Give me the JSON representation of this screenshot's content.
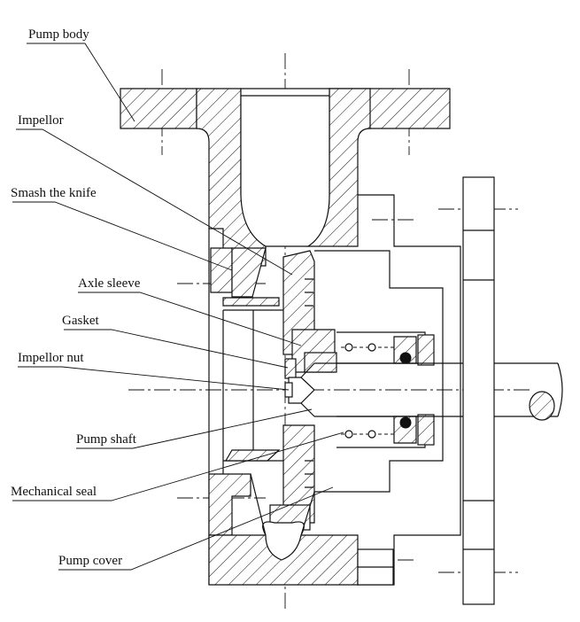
{
  "labels": {
    "pump_body": "Pump body",
    "impellor": "Impellor",
    "smash_knife": "Smash the knife",
    "axle_sleeve": "Axle sleeve",
    "gasket": "Gasket",
    "impellor_nut": "Impellor nut",
    "pump_shaft": "Pump shaft",
    "mechanical_seal": "Mechanical seal",
    "pump_cover": "Pump cover"
  }
}
